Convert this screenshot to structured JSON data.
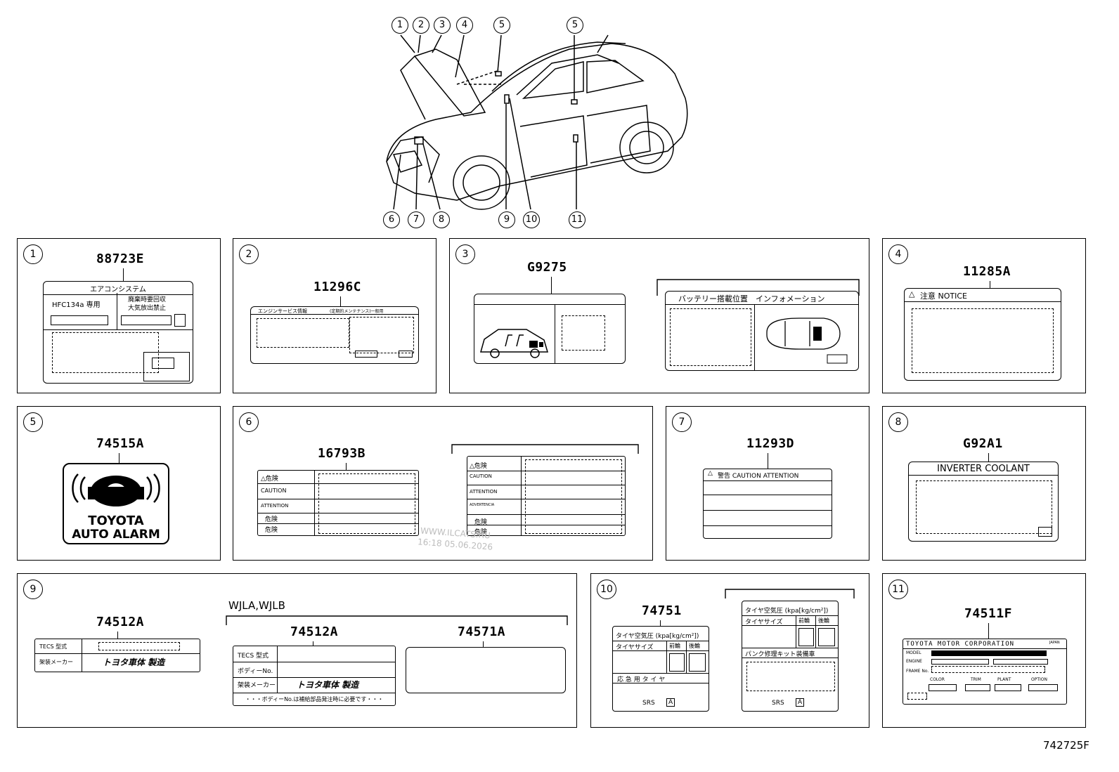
{
  "diagram_id": "742725F",
  "watermark": {
    "line1": "WWW.ILCATS.RU",
    "line2": "16:18 05.06.2026"
  },
  "car_callouts": [
    "1",
    "2",
    "3",
    "4",
    "5",
    "5",
    "6",
    "7",
    "8",
    "9",
    "10",
    "11"
  ],
  "panels": [
    {
      "num": "1",
      "part": "88723E",
      "texts": [
        "エアコンシステム",
        "HFC134a 専用",
        "廃棄時要回収",
        "大気放出禁止"
      ]
    },
    {
      "num": "2",
      "part": "11296C",
      "texts": [
        "エンジンサービス情報",
        "(定期的メンテナンス)一般用"
      ]
    },
    {
      "num": "3",
      "part": "G9275",
      "texts": [
        "バッテリー搭載位置　インフォメーション"
      ]
    },
    {
      "num": "4",
      "part": "11285A",
      "texts": [
        "注意 NOTICE"
      ]
    },
    {
      "num": "5",
      "part": "74515A",
      "texts": [
        "TOYOTA",
        "AUTO ALARM"
      ]
    },
    {
      "num": "6",
      "part": "16793B",
      "texts": [
        "△危険",
        "CAUTION",
        "ATTENTION",
        "危険",
        "危険",
        "ADVERTENCIA"
      ]
    },
    {
      "num": "7",
      "part": "11293D",
      "texts": [
        "警告 CAUTION ATTENTION"
      ]
    },
    {
      "num": "8",
      "part": "G92A1",
      "texts": [
        "INVERTER COOLANT"
      ]
    },
    {
      "num": "9",
      "part": "74512A",
      "part2": "74512A",
      "part3": "74571A",
      "variant": "WJLA,WJLB",
      "texts": [
        "TECS 型式",
        "架装メーカー",
        "トヨタ車体 製造",
        "TECS 型式",
        "ボディーNo.",
        "架装メーカー",
        "トヨタ車体 製造",
        "・・・ボディーNo.は補給部品発注時に必要です・・・"
      ]
    },
    {
      "num": "10",
      "part": "74751",
      "texts": [
        "タイヤ空気圧 (kpa[kg/cm²])",
        "タイヤサイズ",
        "前輪",
        "後輪",
        "応 急 用 タ イ ヤ",
        "SRS",
        "A",
        "タイヤ空気圧 (kpa[kg/cm²])",
        "タイヤサイズ",
        "前輪",
        "後輪",
        "パンク修理キット装備車",
        "SRS",
        "A"
      ]
    },
    {
      "num": "11",
      "part": "74511F",
      "texts": [
        "TOYOTA MOTOR CORPORATION",
        "JAPAN",
        "MODEL",
        "ENGINE",
        "FRAME No.",
        "COLOR",
        "TRIM",
        "PLANT",
        "OPTION"
      ]
    }
  ]
}
